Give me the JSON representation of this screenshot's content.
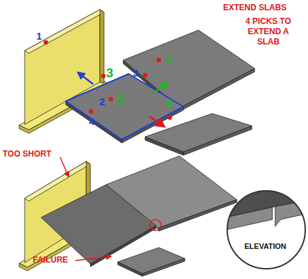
{
  "diagram": {
    "title": "EXTEND SLABS",
    "nodes": [
      {
        "text": [
          "ELEVATION"
        ]
      }
    ],
    "labels": [
      "4 PICKS TO EXTEND A SLAB",
      "1",
      "1",
      "3",
      "3",
      "2",
      "2",
      "4",
      "4",
      "TOO SHORT",
      "FAILURE"
    ]
  }
}
